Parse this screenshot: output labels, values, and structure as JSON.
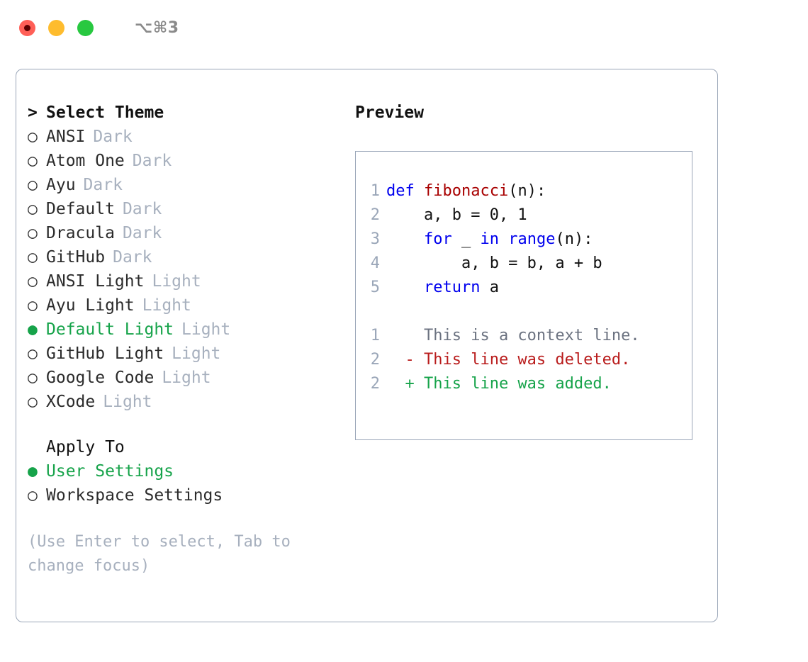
{
  "titlebar": {
    "shortcut": "⌥⌘3",
    "buttons": [
      "close",
      "minimize",
      "maximize"
    ]
  },
  "theme_list": {
    "header_marker": ">",
    "header": "Select Theme",
    "unselected_marker": "○",
    "selected_marker": "●",
    "items": [
      {
        "name": "ANSI",
        "category": "Dark",
        "selected": false
      },
      {
        "name": "Atom One",
        "category": "Dark",
        "selected": false
      },
      {
        "name": "Ayu",
        "category": "Dark",
        "selected": false
      },
      {
        "name": "Default",
        "category": "Dark",
        "selected": false
      },
      {
        "name": "Dracula",
        "category": "Dark",
        "selected": false
      },
      {
        "name": "GitHub",
        "category": "Dark",
        "selected": false
      },
      {
        "name": "ANSI Light",
        "category": "Light",
        "selected": false
      },
      {
        "name": "Ayu Light",
        "category": "Light",
        "selected": false
      },
      {
        "name": "Default Light",
        "category": "Light",
        "selected": true
      },
      {
        "name": "GitHub Light",
        "category": "Light",
        "selected": false
      },
      {
        "name": "Google Code",
        "category": "Light",
        "selected": false
      },
      {
        "name": "XCode",
        "category": "Light",
        "selected": false
      }
    ]
  },
  "apply_to": {
    "header": "Apply To",
    "items": [
      {
        "name": "User Settings",
        "selected": true
      },
      {
        "name": "Workspace Settings",
        "selected": false
      }
    ]
  },
  "hint": "(Use Enter to select, Tab to\nchange focus)",
  "preview": {
    "title": "Preview",
    "code_lines": [
      {
        "no": "1",
        "tokens": [
          {
            "t": "def ",
            "c": "kw"
          },
          {
            "t": "fibonacci",
            "c": "fn"
          },
          {
            "t": "(n):",
            "c": "plain"
          }
        ]
      },
      {
        "no": "2",
        "tokens": [
          {
            "t": "    a, b = 0, 1",
            "c": "plain"
          }
        ]
      },
      {
        "no": "3",
        "tokens": [
          {
            "t": "    ",
            "c": "plain"
          },
          {
            "t": "for",
            "c": "kw"
          },
          {
            "t": " _ ",
            "c": "plain"
          },
          {
            "t": "in",
            "c": "kw"
          },
          {
            "t": " ",
            "c": "plain"
          },
          {
            "t": "range",
            "c": "builtin"
          },
          {
            "t": "(n):",
            "c": "plain"
          }
        ]
      },
      {
        "no": "4",
        "tokens": [
          {
            "t": "        a, b = b, a + b",
            "c": "plain"
          }
        ]
      },
      {
        "no": "5",
        "tokens": [
          {
            "t": "    ",
            "c": "plain"
          },
          {
            "t": "return",
            "c": "kw"
          },
          {
            "t": " a",
            "c": "plain"
          }
        ]
      }
    ],
    "diff_lines": [
      {
        "no": "1",
        "marker": " ",
        "text": "This is a context line.",
        "kind": "ctx"
      },
      {
        "no": "2",
        "marker": "-",
        "text": "This line was deleted.",
        "kind": "del"
      },
      {
        "no": "2",
        "marker": "+",
        "text": "This line was added.",
        "kind": "add"
      }
    ]
  },
  "colors": {
    "selected_green": "#16a34a",
    "muted_gray": "#a7b0be",
    "border": "#9aa6b8",
    "keyword_blue": "#0000ee",
    "function_red": "#a80000",
    "diff_deleted": "#b91c1c",
    "diff_added": "#16a34a",
    "diff_context": "#6b7280",
    "traffic_red": "#ff5f57",
    "traffic_yellow": "#febc2e",
    "traffic_green": "#28c840"
  }
}
